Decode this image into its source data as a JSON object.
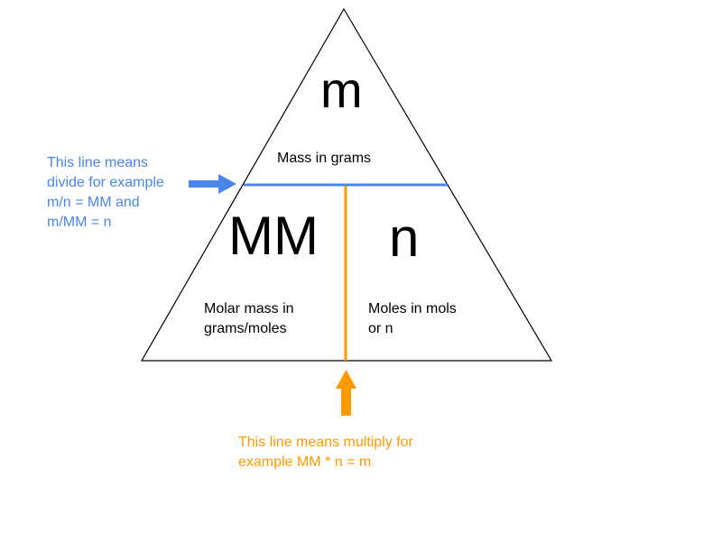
{
  "colors": {
    "divide_line": "#4a86e8",
    "multiply_line": "#ff9900",
    "triangle_stroke": "#000000"
  },
  "triangle": {
    "top_symbol": "m",
    "top_caption": "Mass in grams",
    "left_symbol": "MM",
    "left_caption": "Molar mass in\ngrams/moles",
    "right_symbol": "n",
    "right_caption": "Moles in mols\nor n"
  },
  "annotations": {
    "divide_note": "This line means\ndivide for example\nm/n = MM and\nm/MM = n",
    "multiply_note": "This line means multiply for\nexample MM * n = m"
  },
  "icons": {
    "divide_arrow": "arrow-right-icon",
    "multiply_arrow": "arrow-up-icon"
  }
}
